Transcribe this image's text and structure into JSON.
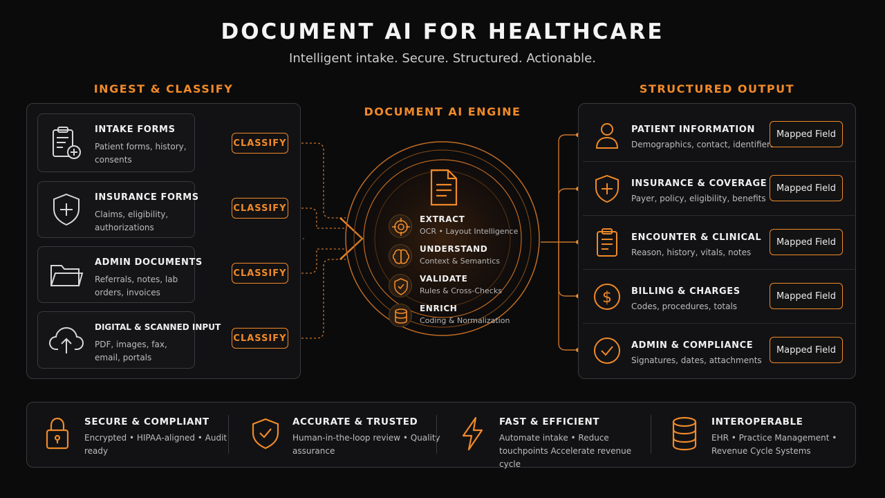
{
  "header": {
    "title": "DOCUMENT AI FOR HEALTHCARE",
    "subtitle": "Intelligent intake. Secure. Structured. Actionable."
  },
  "ingest": {
    "heading": "INGEST & CLASSIFY",
    "cards": [
      {
        "title": "INTAKE FORMS",
        "desc": "Patient forms, history, consents",
        "icon": "clipboard-plus-icon"
      },
      {
        "title": "INSURANCE FORMS",
        "desc": "Claims, eligibility, authorizations",
        "icon": "shield-plus-icon"
      },
      {
        "title": "ADMIN DOCUMENTS",
        "desc": "Referrals, notes, lab orders, invoices",
        "icon": "folder-icon"
      },
      {
        "title": "DIGITAL & SCANNED INPUT",
        "desc": "PDF, images, fax, email, portals",
        "icon": "cloud-upload-icon"
      }
    ],
    "classify_label": "CLASSIFY"
  },
  "engine": {
    "heading": "DOCUMENT AI ENGINE",
    "steps": [
      {
        "title": "EXTRACT",
        "desc": "OCR • Layout Intelligence",
        "icon": "target-icon"
      },
      {
        "title": "UNDERSTAND",
        "desc": "Context & Semantics",
        "icon": "brain-icon"
      },
      {
        "title": "VALIDATE",
        "desc": "Rules & Cross-Checks",
        "icon": "shield-check-icon"
      },
      {
        "title": "ENRICH",
        "desc": "Coding & Normalization",
        "icon": "database-icon"
      }
    ]
  },
  "output": {
    "heading": "STRUCTURED OUTPUT",
    "rows": [
      {
        "title": "PATIENT INFORMATION",
        "desc": "Demographics, contact, identifiers",
        "icon": "person-icon"
      },
      {
        "title": "INSURANCE & COVERAGE",
        "desc": "Payer, policy, eligibility, benefits",
        "icon": "shield-plus-icon"
      },
      {
        "title": "ENCOUNTER & CLINICAL",
        "desc": "Reason, history, vitals, notes",
        "icon": "clipboard-list-icon"
      },
      {
        "title": "BILLING & CHARGES",
        "desc": "Codes, procedures, totals",
        "icon": "dollar-icon"
      },
      {
        "title": "ADMIN & COMPLIANCE",
        "desc": "Signatures, dates, attachments",
        "icon": "check-circle-icon"
      }
    ],
    "mapped_label": "Mapped Field"
  },
  "benefits": [
    {
      "title": "SECURE & COMPLIANT",
      "desc": "Encrypted • HIPAA-aligned • Audit ready",
      "icon": "lock-icon"
    },
    {
      "title": "ACCURATE & TRUSTED",
      "desc": "Human-in-the-loop review • Quality assurance",
      "icon": "shield-check-icon"
    },
    {
      "title": "FAST & EFFICIENT",
      "desc": "Automate intake • Reduce touchpoints Accelerate revenue cycle",
      "icon": "lightning-icon"
    },
    {
      "title": "INTEROPERABLE",
      "desc": "EHR • Practice Management • Revenue Cycle Systems",
      "icon": "database-icon"
    }
  ],
  "colors": {
    "accent": "#f08a2a",
    "background": "#0b0b0c",
    "panel_border": "#3a3a3e"
  }
}
